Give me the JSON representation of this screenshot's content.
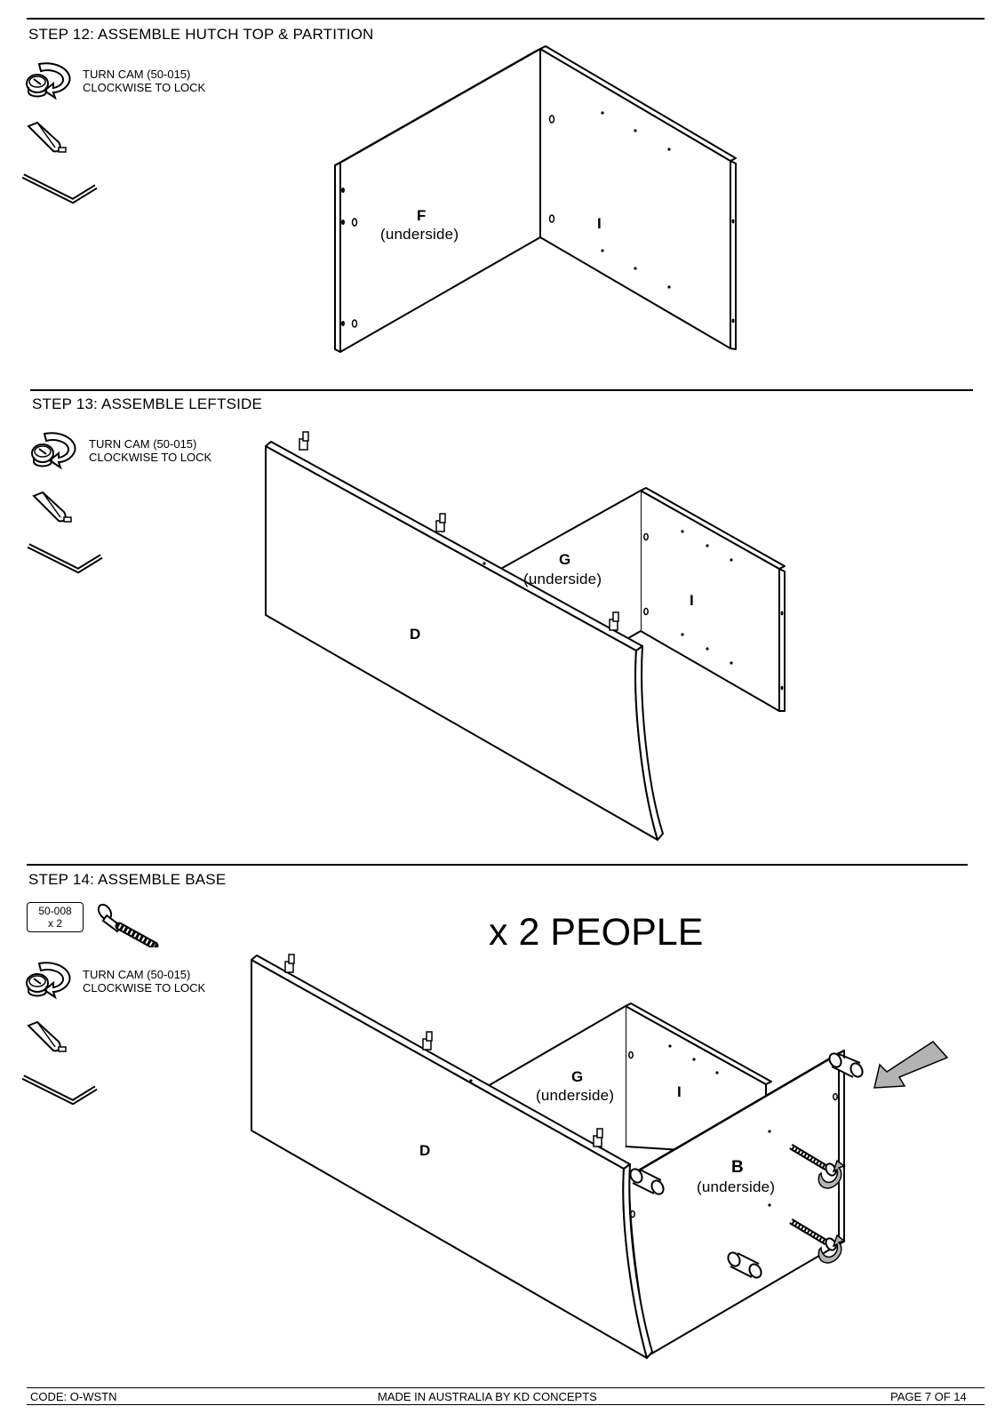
{
  "steps": [
    {
      "heading": "STEP 12: ASSEMBLE  HUTCH TOP & PARTITION",
      "cam_note": "TURN CAM (50-015)\nCLOCKWISE TO LOCK",
      "panels": [
        {
          "letter": "F",
          "note": "(underside)"
        },
        {
          "letter": "I",
          "note": ""
        }
      ]
    },
    {
      "heading": "STEP 13: ASSEMBLE LEFTSIDE",
      "cam_note": "TURN CAM (50-015)\nCLOCKWISE TO LOCK",
      "panels": [
        {
          "letter": "D",
          "note": ""
        },
        {
          "letter": "G",
          "note": "(underside)"
        },
        {
          "letter": "I",
          "note": ""
        }
      ]
    },
    {
      "heading": "STEP 14: ASSEMBLE BASE",
      "part_code": "50-008",
      "part_qty": "x 2",
      "people": "x 2 PEOPLE",
      "cam_note": "TURN CAM (50-015)\nCLOCKWISE TO LOCK",
      "panels": [
        {
          "letter": "D",
          "note": ""
        },
        {
          "letter": "G",
          "note": "(underside)"
        },
        {
          "letter": "I",
          "note": ""
        },
        {
          "letter": "B",
          "note": "(underside)"
        }
      ]
    }
  ],
  "footer": {
    "code": "CODE: O-WSTN",
    "made_in": "MADE IN AUSTRALIA BY KD CONCEPTS",
    "page": "PAGE 7 OF 14"
  },
  "icons": [
    "cam-lock-icon",
    "screwdriver-tip-icon",
    "allen-key-icon",
    "bolt-icon",
    "push-direction-arrow-icon",
    "dowel-icon"
  ],
  "colors": {
    "line": "#000000",
    "background": "#ffffff",
    "arrow_fill": "#b3b3b3"
  }
}
